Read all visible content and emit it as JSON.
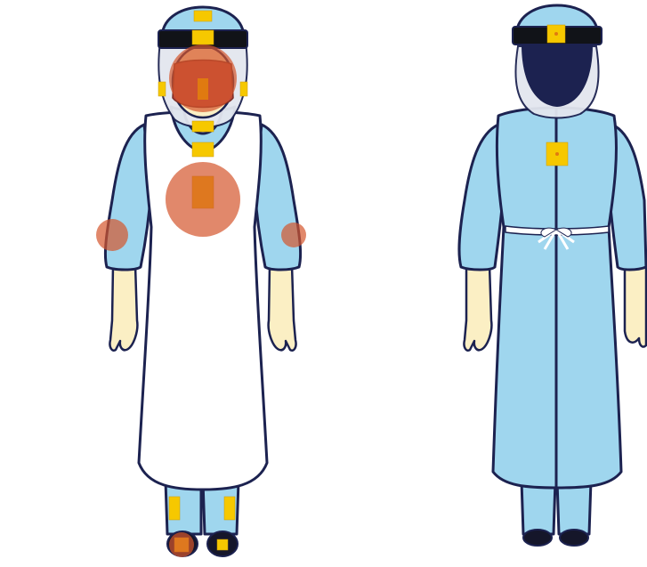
{
  "figures": [
    {
      "id": "front",
      "view": "front"
    },
    {
      "id": "back",
      "view": "back"
    }
  ],
  "colors": {
    "gown": "#9fd6ee",
    "outline": "#1c2250",
    "apron": "#ffffff",
    "visor": "#e3e6ef",
    "hair_back": "#1c2250",
    "skin": "#fbefc4",
    "boot": "#15162a",
    "headband": "#111318",
    "sensor": "#f6c800",
    "sensor_dot": "#e07a10",
    "hotspot": "#d4552c",
    "mouth": "#b9483a",
    "tie": "#ffffff"
  },
  "icons": {
    "sensor": "square-sensor-patch",
    "hotspot": "contamination-circle"
  },
  "hotspot_intensity": [
    {
      "location": "face",
      "level": "high"
    },
    {
      "location": "chest",
      "level": "high"
    },
    {
      "location": "right-elbow",
      "level": "medium"
    },
    {
      "location": "left-elbow",
      "level": "medium"
    },
    {
      "location": "right-boot",
      "level": "medium"
    }
  ]
}
